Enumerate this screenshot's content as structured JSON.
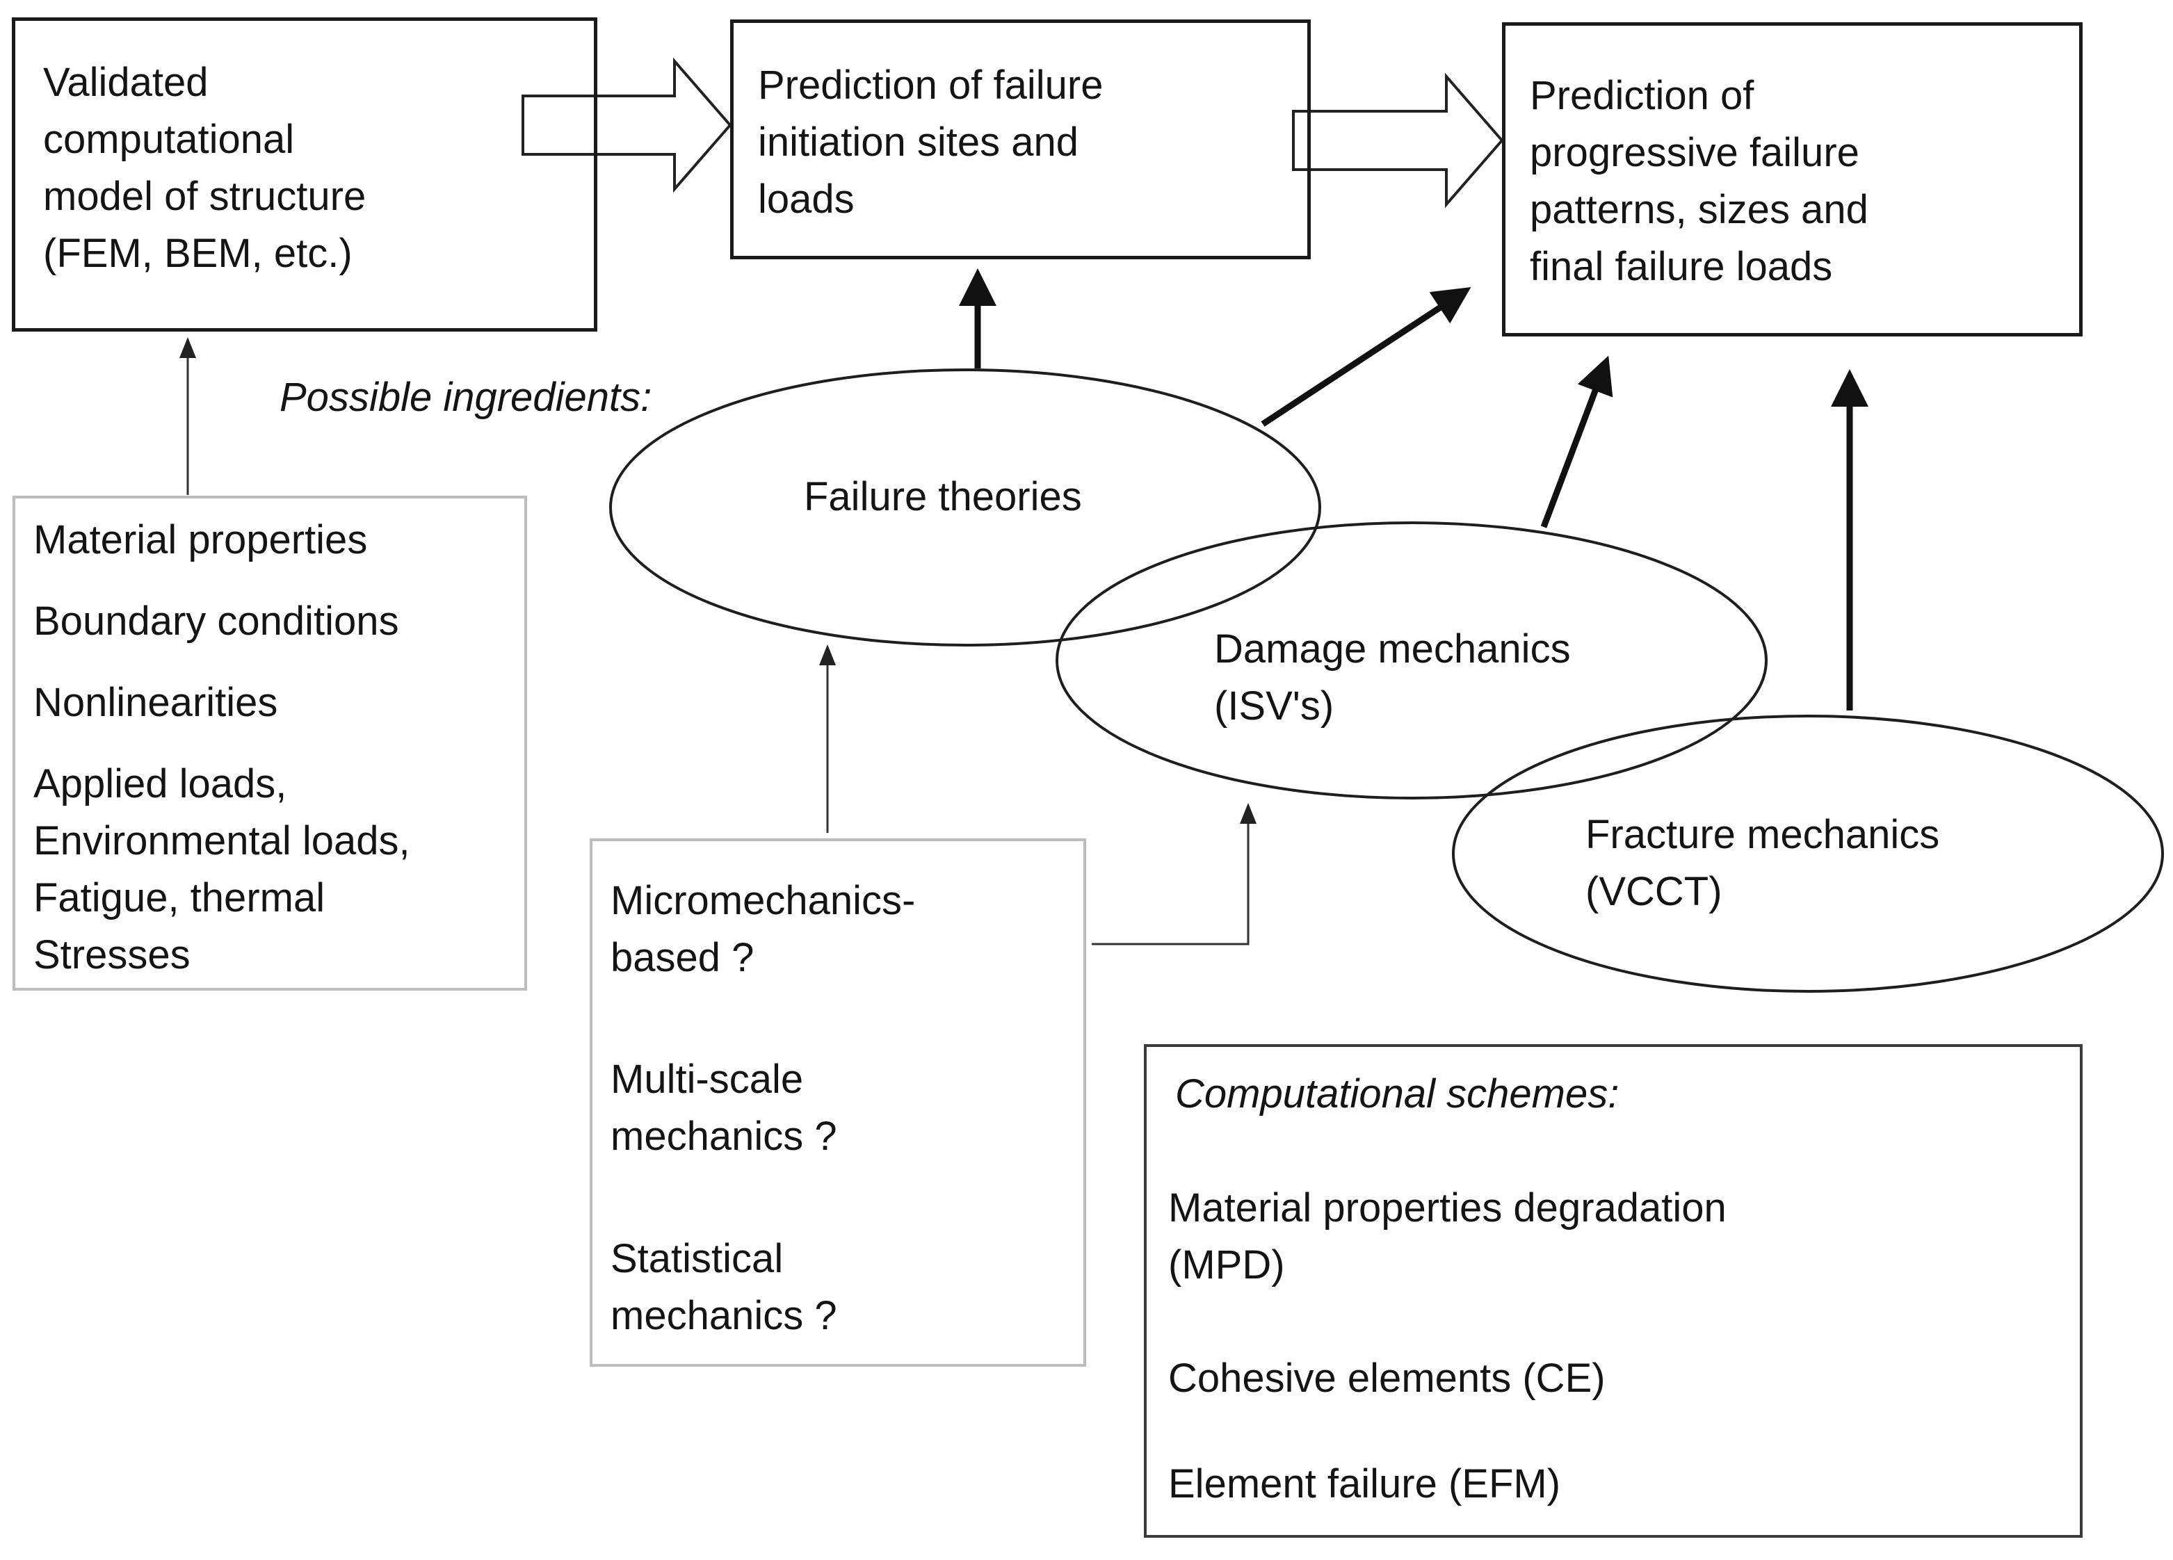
{
  "boxes": {
    "validated_model": "Validated\ncomputational\nmodel of structure\n(FEM, BEM, etc.)",
    "initiation_prediction": "Prediction of failure\ninitiation sites and\nloads",
    "progressive_prediction": "Prediction of\nprogressive failure\npatterns, sizes and\nfinal failure loads",
    "inputs": {
      "items": [
        "Material properties",
        "Boundary conditions",
        "Nonlinearities",
        "Applied loads,\nEnvironmental loads,\nFatigue, thermal\nStresses"
      ]
    },
    "approaches": {
      "items": [
        "Micromechanics-\nbased ?",
        "Multi-scale\nmechanics ?",
        "Statistical\nmechanics ?"
      ]
    },
    "computational_schemes": {
      "heading": "Computational schemes:",
      "items": [
        "Material properties degradation\n(MPD)",
        "Cohesive elements (CE)",
        "Element failure (EFM)"
      ]
    }
  },
  "ingredients_label": "Possible ingredients:",
  "ellipses": {
    "failure_theories": "Failure theories",
    "damage_mechanics": "Damage mechanics\n(ISV's)",
    "fracture_mechanics": "Fracture mechanics\n(VCCT)"
  },
  "colors": {
    "stroke": "#1a1a1a",
    "light_border": "#bdbdbd",
    "background": "#ffffff"
  }
}
